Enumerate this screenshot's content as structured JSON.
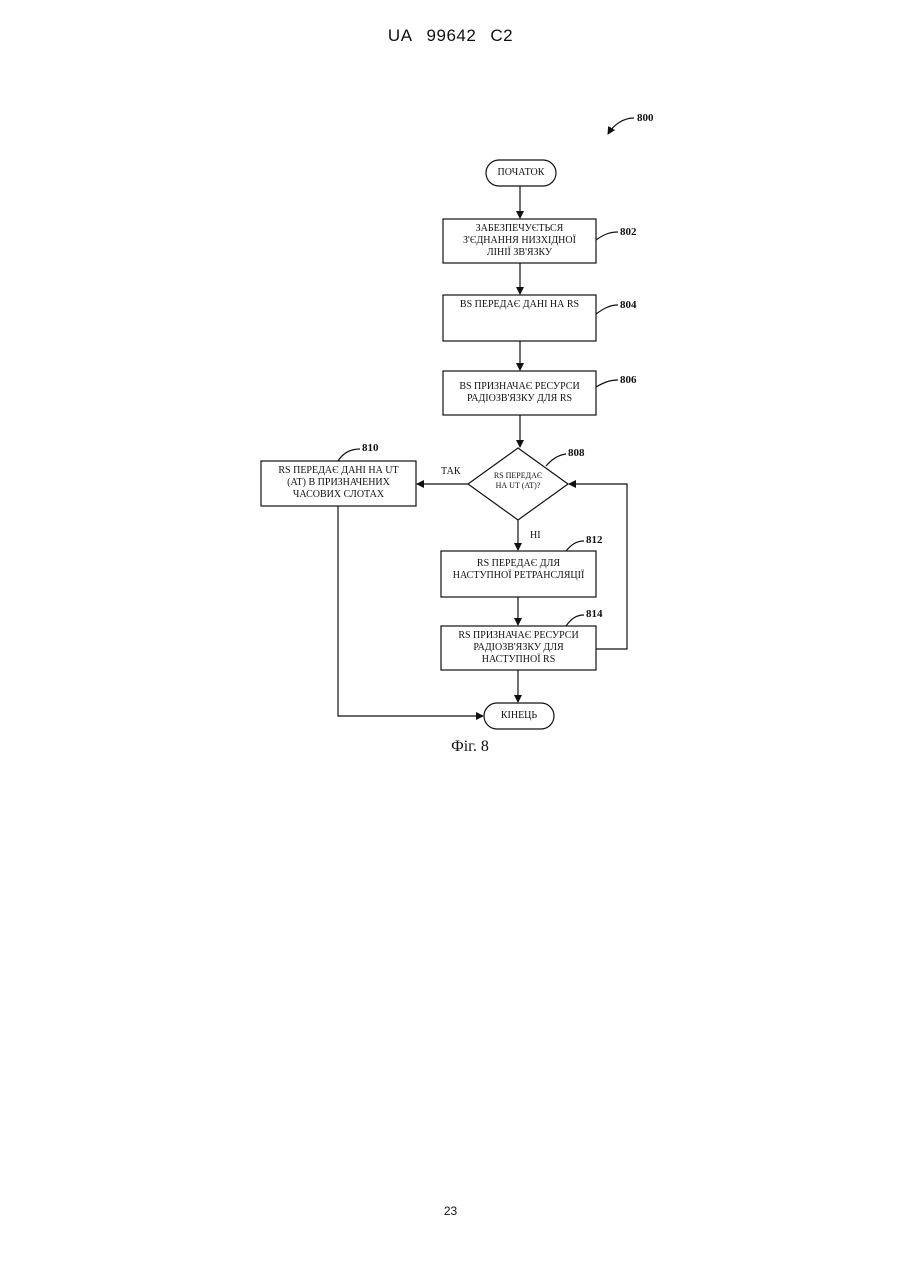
{
  "header": {
    "country": "UA",
    "number": "99642",
    "kind": "C2"
  },
  "page_number": "23",
  "figure": {
    "ref": "800",
    "caption": "Фіг. 8",
    "nodes": {
      "start": {
        "label": "ПОЧАТОК"
      },
      "n802": {
        "label": "ЗАБЕЗПЕЧУЄТЬСЯ\nЗ'ЄДНАННЯ НИЗХІДНОЇ\nЛІНІЇ ЗВ'ЯЗКУ",
        "ref": "802"
      },
      "n804": {
        "label": "BS ПЕРЕДАЄ ДАНІ НА RS",
        "ref": "804"
      },
      "n806": {
        "label": "BS ПРИЗНАЧАЄ РЕСУРСИ\nРАДІОЗВ'ЯЗКУ ДЛЯ RS",
        "ref": "806"
      },
      "n808": {
        "label": "RS ПЕРЕДАЄ\nНА UT (AT)?",
        "ref": "808"
      },
      "n810": {
        "label": "RS ПЕРЕДАЄ ДАНІ НА UT\n(AT) В ПРИЗНАЧЕНИХ\nЧАСОВИХ СЛОТАХ",
        "ref": "810"
      },
      "n812": {
        "label": "RS ПЕРЕДАЄ ДЛЯ\nНАСТУПНОЇ РЕТРАНСЛЯЦІЇ",
        "ref": "812"
      },
      "n814": {
        "label": "RS ПРИЗНАЧАЄ РЕСУРСИ\nРАДІОЗВ'ЯЗКУ ДЛЯ\nНАСТУПНОЇ RS",
        "ref": "814"
      },
      "end": {
        "label": "КІНЕЦЬ"
      }
    },
    "branches": {
      "yes": "ТАК",
      "no": "НІ"
    }
  }
}
